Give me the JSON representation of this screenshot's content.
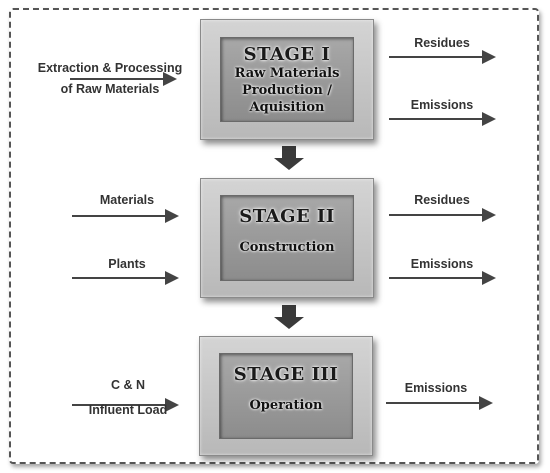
{
  "stages": [
    {
      "title": "STAGE I",
      "subtitle_lines": [
        "Raw Materials",
        "Production /",
        "Aquisition"
      ]
    },
    {
      "title": "STAGE II",
      "subtitle_lines": [
        "Construction"
      ]
    },
    {
      "title": "STAGE III",
      "subtitle_lines": [
        "Operation"
      ]
    }
  ],
  "inputs": {
    "stage1": [
      "Extraction & Processing",
      "of Raw Materials"
    ],
    "stage2_top": "Materials",
    "stage2_bottom": "Plants",
    "stage3": [
      "C & N",
      "Influent Load"
    ]
  },
  "outputs": {
    "stage1_top": "Residues",
    "stage1_bottom": "Emissions",
    "stage2_top": "Residues",
    "stage2_bottom": "Emissions",
    "stage3": "Emissions"
  }
}
